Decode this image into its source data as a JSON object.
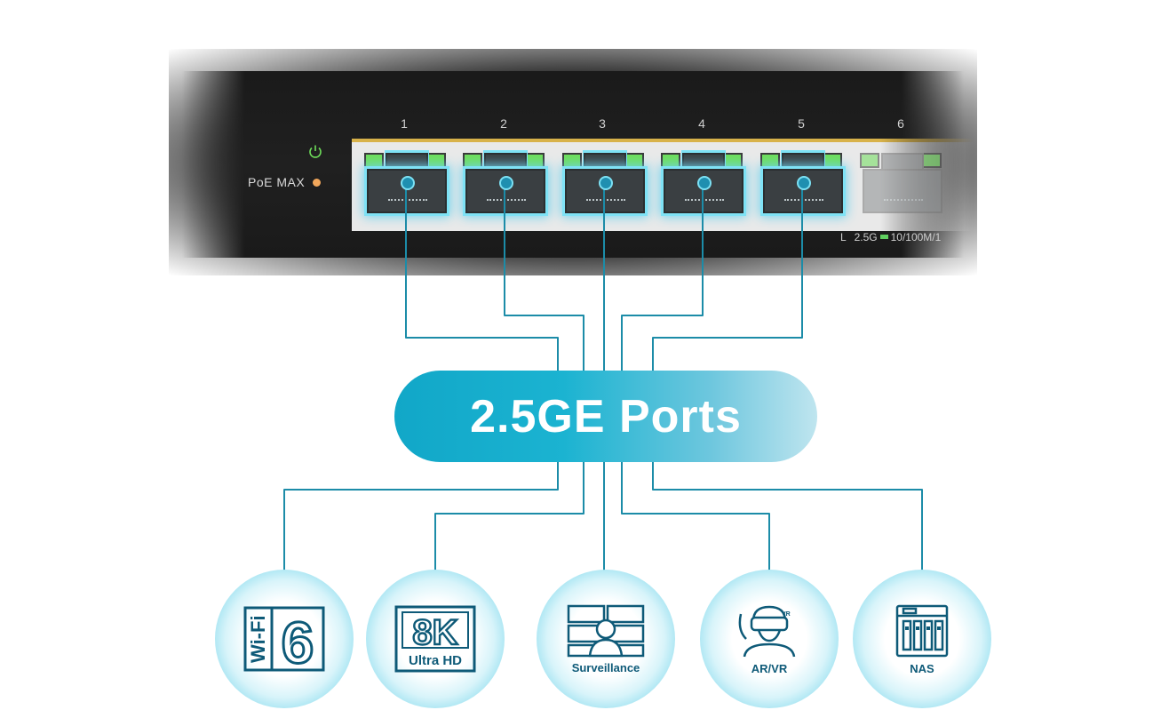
{
  "switch": {
    "port_numbers": [
      "1",
      "2",
      "3",
      "4",
      "5",
      "6"
    ],
    "poe_label": "PoE MAX",
    "legend_prefix": "L",
    "legend_speed": "2.5G",
    "legend_other": "10/100M/1"
  },
  "hub": {
    "label": "2.5GE Ports"
  },
  "devices": [
    {
      "label": "Wi-Fi",
      "badge": "6",
      "icon": "wifi6-icon"
    },
    {
      "label": "8K",
      "sub": "Ultra HD",
      "icon": "8k-ultra-hd-icon"
    },
    {
      "label": "Surveillance",
      "icon": "surveillance-icon"
    },
    {
      "label": "AR/VR",
      "badge": "VR",
      "icon": "vr-headset-icon"
    },
    {
      "label": "NAS",
      "icon": "nas-icon"
    }
  ],
  "colors": {
    "line": "#1c8ca8",
    "hub_gradient_start": "#11a7c8",
    "hub_gradient_end": "#bfe5ef",
    "icon": "#0e5a78",
    "led_green": "#6ede5a",
    "poe_led": "#f2a75b"
  }
}
